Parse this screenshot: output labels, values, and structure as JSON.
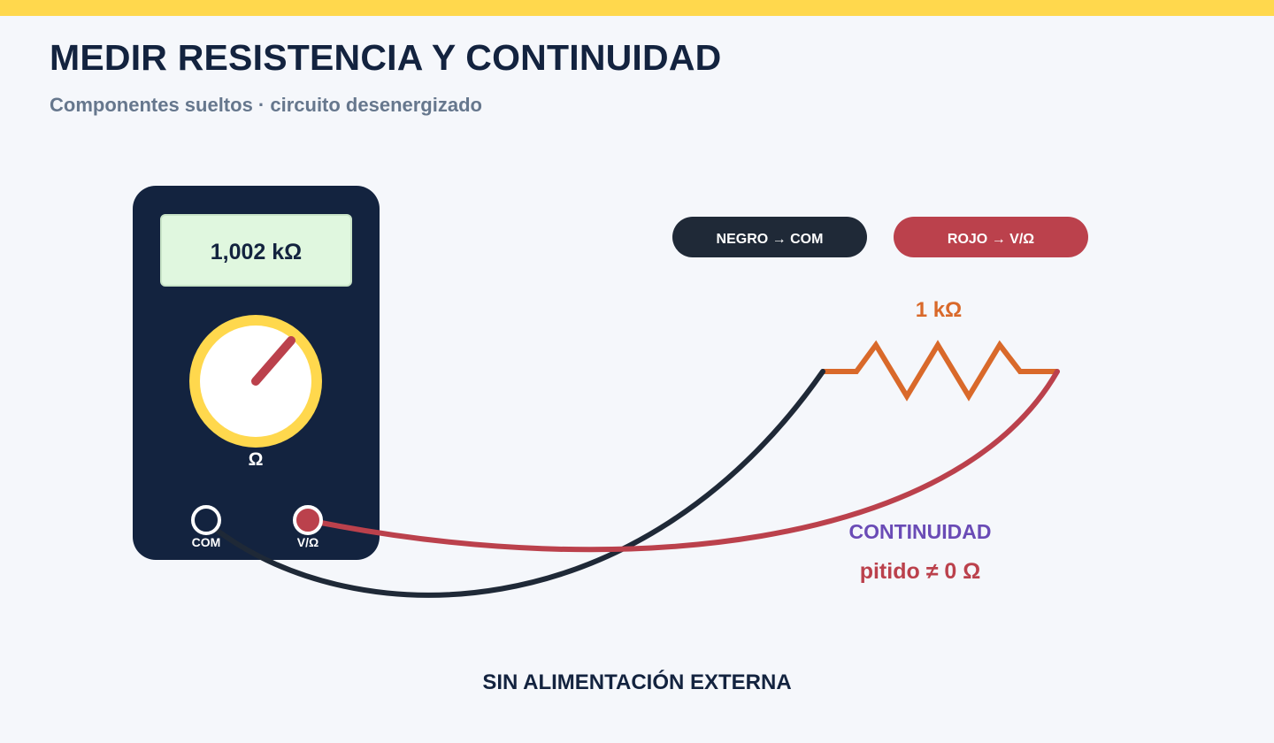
{
  "header": {
    "title": "MEDIR RESISTENCIA Y CONTINUIDAD",
    "subtitle": "Componentes sueltos · circuito desenergizado"
  },
  "multimeter": {
    "display_reading": "1,002 kΩ",
    "dial_mode": "Ω",
    "jack_com_label": "COM",
    "jack_vohm_label": "V/Ω"
  },
  "badges": {
    "black_lead": "NEGRO → COM",
    "red_lead": "ROJO → V/Ω"
  },
  "resistor": {
    "value_label": "1 kΩ"
  },
  "continuity": {
    "heading": "CONTINUIDAD",
    "note": "pitido ≠ 0 Ω"
  },
  "footer": {
    "note": "SIN ALIMENTACIÓN EXTERNA"
  },
  "colors": {
    "accent_yellow": "#ffd84d",
    "navy": "#13233f",
    "black_lead": "#1f2937",
    "red_lead": "#bb414c",
    "resistor_orange": "#d9692a",
    "continuity_purple": "#6a4bb6",
    "lcd_green": "#e0f7df"
  }
}
